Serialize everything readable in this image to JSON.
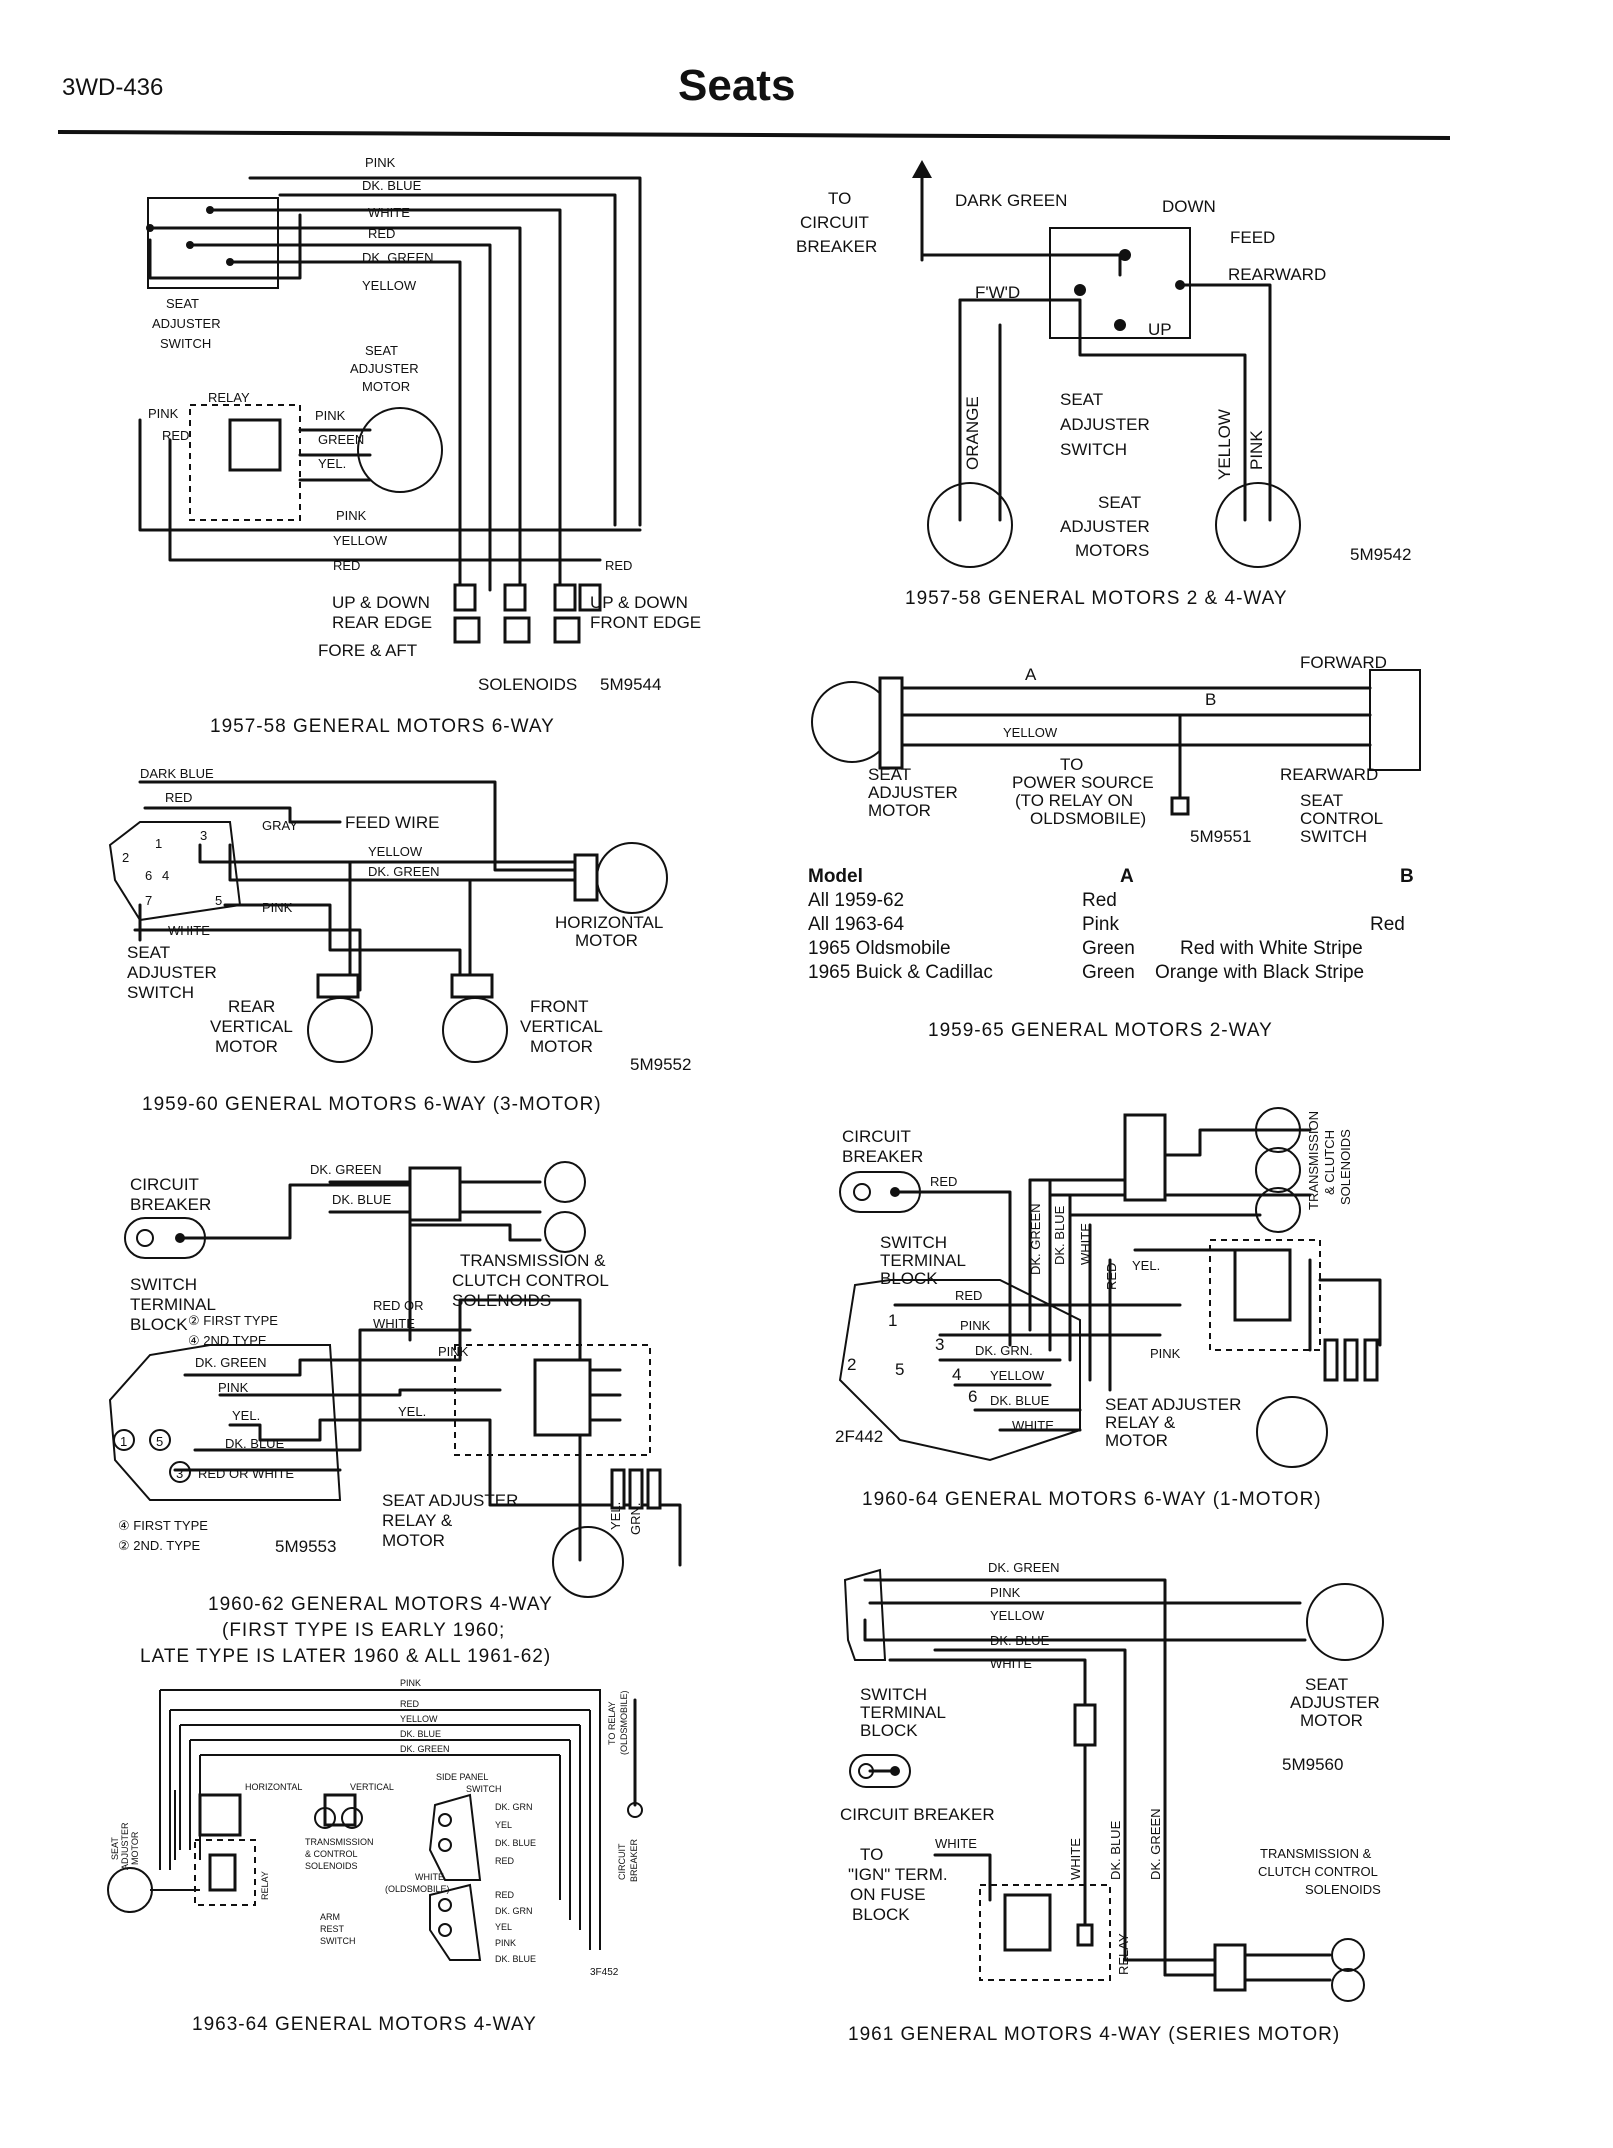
{
  "header": {
    "page_code": "3WD-436",
    "title": "Seats"
  },
  "diagrams": {
    "d1": {
      "caption": "1957-58 GENERAL MOTORS 6-WAY",
      "code": "5M9544",
      "wires": [
        "PINK",
        "DK. BLUE",
        "WHITE",
        "RED",
        "DK. GREEN",
        "YELLOW",
        "PINK",
        "YELLOW",
        "RED",
        "RED"
      ],
      "relay_wires": [
        "PINK",
        "RED",
        "PINK",
        "GREEN",
        "YEL."
      ],
      "relay": "RELAY",
      "switch": [
        "SEAT",
        "ADJUSTER",
        "SWITCH"
      ],
      "motor": [
        "SEAT",
        "ADJUSTER",
        "MOTOR"
      ],
      "sol_labels": [
        "UP & DOWN",
        "REAR EDGE",
        "FORE & AFT",
        "UP & DOWN",
        "FRONT EDGE",
        "SOLENOIDS"
      ]
    },
    "d2": {
      "caption": "1957-58 GENERAL MOTORS 2 & 4-WAY",
      "code": "5M9542",
      "to_cb": [
        "TO",
        "CIRCUIT",
        "BREAKER"
      ],
      "labels": [
        "DARK GREEN",
        "DOWN",
        "FEED",
        "REARWARD",
        "F'W'D",
        "UP"
      ],
      "wires": [
        "ORANGE",
        "YELLOW",
        "PINK"
      ],
      "switch": [
        "SEAT",
        "ADJUSTER",
        "SWITCH"
      ],
      "motors": [
        "SEAT",
        "ADJUSTER",
        "MOTORS"
      ]
    },
    "d3": {
      "caption": "1959-65 GENERAL MOTORS 2-WAY",
      "code": "5M9551",
      "labels": [
        "A",
        "B",
        "FORWARD",
        "YELLOW",
        "REARWARD"
      ],
      "motor": [
        "SEAT",
        "ADJUSTER",
        "MOTOR"
      ],
      "power": [
        "TO",
        "POWER SOURCE",
        "(TO RELAY ON",
        "OLDSMOBILE)"
      ],
      "switch": [
        "SEAT",
        "CONTROL",
        "SWITCH"
      ],
      "table": {
        "headers": [
          "Model",
          "A",
          "B"
        ],
        "rows": [
          [
            "All 1959-62",
            "Red",
            ""
          ],
          [
            "All 1963-64",
            "Pink",
            "Red"
          ],
          [
            "1965 Oldsmobile",
            "Green",
            "Red with White Stripe"
          ],
          [
            "1965 Buick & Cadillac",
            "Green",
            "Orange with Black Stripe"
          ]
        ]
      }
    },
    "d4": {
      "caption": "1959-60 GENERAL MOTORS 6-WAY (3-MOTOR)",
      "code": "5M9552",
      "wires": [
        "DARK BLUE",
        "RED",
        "GRAY",
        "FEED WIRE",
        "YELLOW",
        "DK. GREEN",
        "PINK",
        "WHITE"
      ],
      "terminals": [
        "1",
        "2",
        "3",
        "4",
        "5",
        "6",
        "7"
      ],
      "switch": [
        "SEAT",
        "ADJUSTER",
        "SWITCH"
      ],
      "rear": [
        "REAR",
        "VERTICAL",
        "MOTOR"
      ],
      "front": [
        "FRONT",
        "VERTICAL",
        "MOTOR"
      ],
      "horiz": [
        "HORIZONTAL",
        "MOTOR"
      ]
    },
    "d5": {
      "caption": "1960-64 GENERAL MOTORS 6-WAY (1-MOTOR)",
      "code": "2F442",
      "cb": [
        "CIRCUIT",
        "BREAKER"
      ],
      "block": [
        "SWITCH",
        "TERMINAL",
        "BLOCK"
      ],
      "wires": [
        "RED",
        "RED",
        "PINK",
        "DK. GRN.",
        "YELLOW",
        "DK. BLUE",
        "WHITE",
        "DK. GREEN",
        "DK. BLUE",
        "WHITE",
        "RED",
        "YEL.",
        "PINK"
      ],
      "terminals": [
        "1",
        "2",
        "3",
        "4",
        "5",
        "6"
      ],
      "solenoids": [
        "TRANSMISSION",
        "& CLUTCH",
        "SOLENOIDS"
      ],
      "relay": [
        "SEAT ADJUSTER",
        "RELAY &",
        "MOTOR"
      ]
    },
    "d6": {
      "caption_lines": [
        "1960-62 GENERAL MOTORS 4-WAY",
        "(FIRST TYPE IS EARLY 1960;",
        "LATE TYPE IS LATER 1960 & ALL 1961-62)"
      ],
      "code": "5M9553",
      "cb": [
        "CIRCUIT",
        "BREAKER"
      ],
      "block": [
        "SWITCH",
        "TERMINAL",
        "BLOCK"
      ],
      "types": [
        "② FIRST TYPE",
        "④ 2ND TYPE",
        "④ FIRST TYPE",
        "② 2ND. TYPE"
      ],
      "wires": [
        "DK. GREEN",
        "DK. BLUE",
        "DK. GREEN",
        "PINK",
        "YEL.",
        "DK. BLUE",
        "RED OR WHITE",
        "RED OR",
        "WHITE",
        "PINK",
        "YEL."
      ],
      "trans": [
        "TRANSMISSION &",
        "CLUTCH CONTROL",
        "SOLENOIDS"
      ],
      "relay": [
        "SEAT ADJUSTER",
        "RELAY &",
        "MOTOR"
      ],
      "motor_wires": [
        "YEL.",
        "GRN."
      ],
      "terminals": [
        "1",
        "3",
        "5"
      ]
    },
    "d7": {
      "caption": "1961 GENERAL MOTORS 4-WAY (SERIES MOTOR)",
      "code": "5M9560",
      "wires": [
        "DK. GREEN",
        "PINK",
        "YELLOW",
        "DK. BLUE",
        "WHITE",
        "WHITE",
        "WHITE",
        "DK. BLUE",
        "DK. GREEN",
        "RELAY"
      ],
      "block": [
        "SWITCH",
        "TERMINAL",
        "BLOCK"
      ],
      "cb": "CIRCUIT BREAKER",
      "ign": [
        "TO",
        "\"IGN\" TERM.",
        "ON FUSE",
        "BLOCK"
      ],
      "motor": [
        "SEAT",
        "ADJUSTER",
        "MOTOR"
      ],
      "trans": [
        "TRANSMISSION &",
        "CLUTCH CONTROL",
        "SOLENOIDS"
      ]
    },
    "d8": {
      "caption": "1963-64 GENERAL MOTORS 4-WAY",
      "code": "3F452",
      "wires": [
        "PINK",
        "RED",
        "YELLOW",
        "DK. BLUE",
        "DK. GREEN",
        "DK. GRN",
        "YEL",
        "DK. BLUE",
        "RED",
        "RED",
        "DK. GRN",
        "YEL",
        "PINK",
        "DK. BLUE"
      ],
      "labels": [
        "HORIZONTAL",
        "VERTICAL",
        "SIDE PANEL",
        "SWITCH",
        "TRANSMISSION",
        "& CONTROL",
        "SOLENOIDS",
        "WHITE",
        "(OLDSMOBILE)",
        "ARM",
        "REST",
        "SWITCH",
        "SEAT",
        "ADJUSTER",
        "MOTOR",
        "RELAY",
        "TO RELAY",
        "(OLDSMOBILE)",
        "CIRCUIT",
        "BREAKER"
      ]
    }
  }
}
